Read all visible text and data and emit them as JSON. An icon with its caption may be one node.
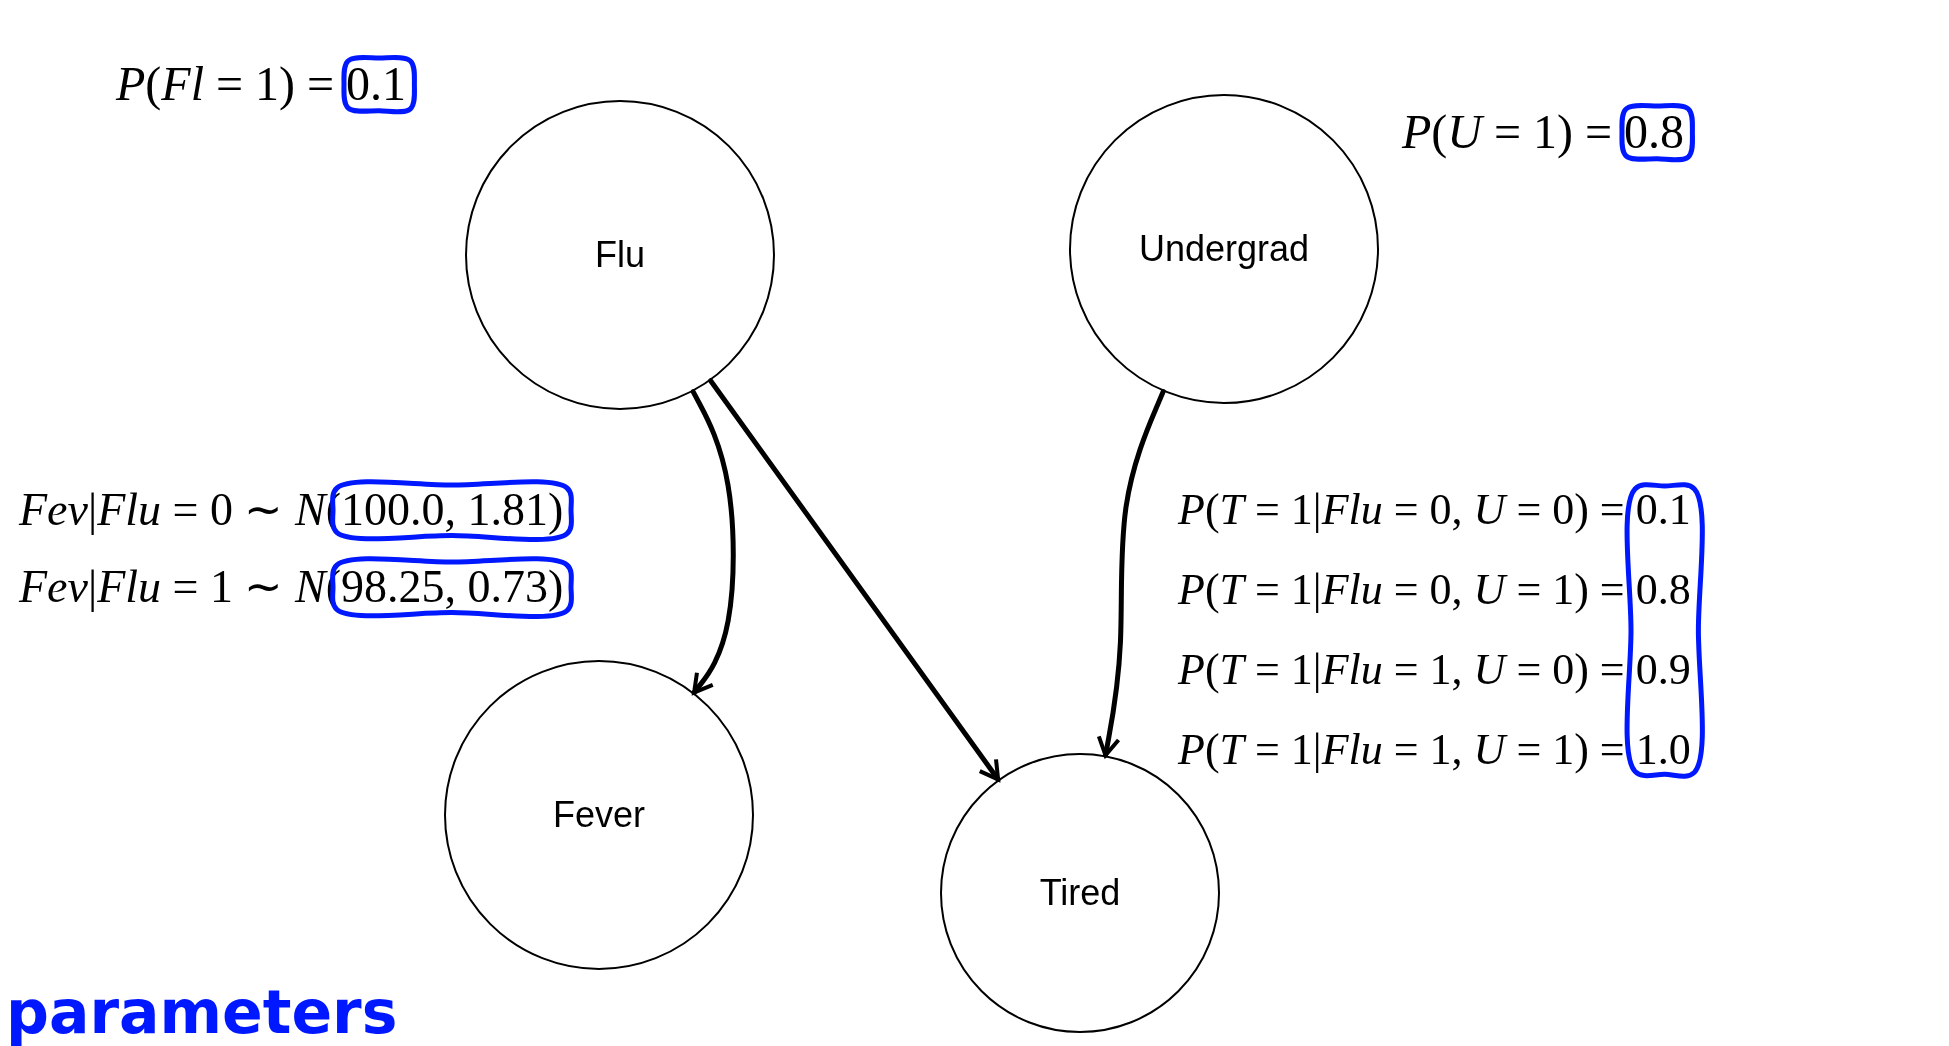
{
  "diagram": {
    "nodes": [
      {
        "text": [
          "Flu"
        ]
      },
      {
        "text": [
          "Undergrad"
        ]
      },
      {
        "text": [
          "Fever"
        ]
      },
      {
        "text": [
          "Tired"
        ]
      },
      {
        "text": [],
        "shape": "loop"
      },
      {
        "text": [],
        "shape": "loop"
      },
      {
        "text": [],
        "shape": "loop"
      },
      {
        "text": [],
        "shape": "loop"
      },
      {
        "text": [],
        "shape": "loop"
      }
    ],
    "edges": [
      {
        "from": 0,
        "to": 2,
        "arrow": "to"
      },
      {
        "from": 0,
        "to": 3,
        "arrow": "to"
      },
      {
        "from": 1,
        "to": 3,
        "arrow": "to"
      }
    ],
    "labels": [
      "*P*(*Fl* = 1) = 0.1",
      "*P*(*U* = 1) = 0.8",
      "*Fev*|*Flu* = 0 ∼ *N*(100.0, 1.81)",
      "*Fev*|*Flu* = 1 ∼ *N*(98.25, 0.73)",
      "*P*(*T* = 1|*Flu* = 0, *U* = 0) = 0.1",
      "*P*(*T* = 1|*Flu* = 0, *U* = 1) = 0.8",
      "*P*(*T* = 1|*Flu* = 1, *U* = 0) = 0.9",
      "*P*(*T* = 1|*Flu* = 1, *U* = 1) = 1.0",
      "parameters"
    ]
  }
}
